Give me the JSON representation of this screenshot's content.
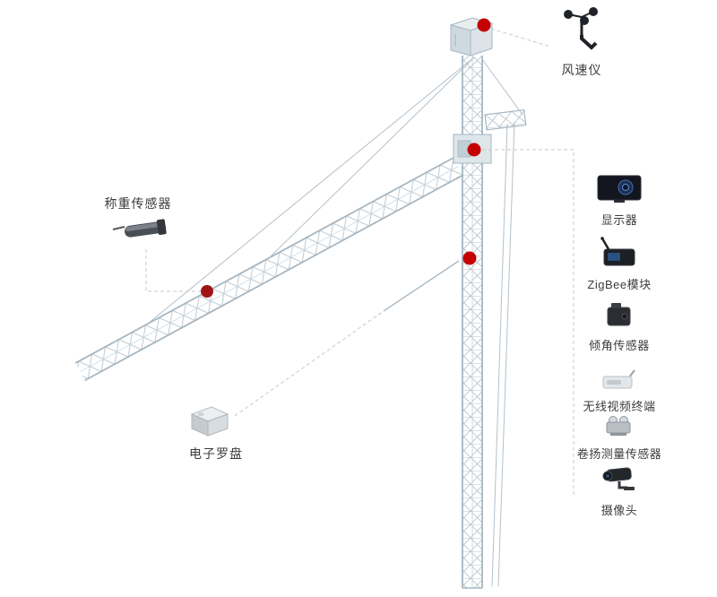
{
  "colors": {
    "marker_red": "#c40000",
    "marker_dark_red": "#9e1414",
    "crane_line": "#a6b6c1",
    "connector_gray": "#c9c9c9",
    "label_text": "#3c3c3c"
  },
  "callouts": {
    "anemometer": {
      "label": "风速仪",
      "icon": "anemometer-icon"
    },
    "load_sensor": {
      "label": "称重传感器",
      "icon": "load-pin-sensor-icon"
    },
    "compass": {
      "label": "电子罗盘",
      "icon": "compass-box-icon"
    }
  },
  "sensor_list": {
    "items": [
      {
        "label": "显示器",
        "icon": "monitor-icon"
      },
      {
        "label": "ZigBee模块",
        "icon": "zigbee-module-icon"
      },
      {
        "label": "倾角传感器",
        "icon": "tilt-sensor-icon"
      },
      {
        "label": "无线视频终端",
        "icon": "wireless-video-terminal-icon"
      },
      {
        "label": "卷扬测量传感器",
        "icon": "hoist-measurement-sensor-icon"
      },
      {
        "label": "摄像头",
        "icon": "camera-icon"
      }
    ]
  }
}
